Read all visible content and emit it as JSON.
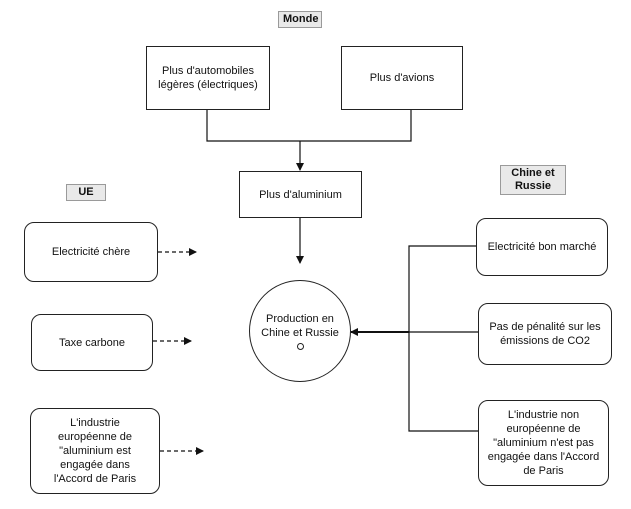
{
  "tags": {
    "monde": "Monde",
    "ue": "UE",
    "chine_russie": "Chine et Russie"
  },
  "nodes": {
    "automobiles": "Plus d'automobiles légères (électriques)",
    "avions": "Plus d'avions",
    "aluminium": "Plus d'aluminium",
    "production": "Production en Chine et Russie",
    "ue_electricite": "Electricité  chère",
    "ue_taxe": "Taxe carbone",
    "ue_industrie": "L'industrie européenne de \"aluminium est engagée dans l'Accord de Paris",
    "cr_electricite": "Electricité bon marché",
    "cr_penalite": "Pas de pénalité sur les émissions de CO2",
    "cr_industrie": "L'industrie non européenne de \"aluminium  n'est pas engagée dans l'Accord de Paris"
  }
}
